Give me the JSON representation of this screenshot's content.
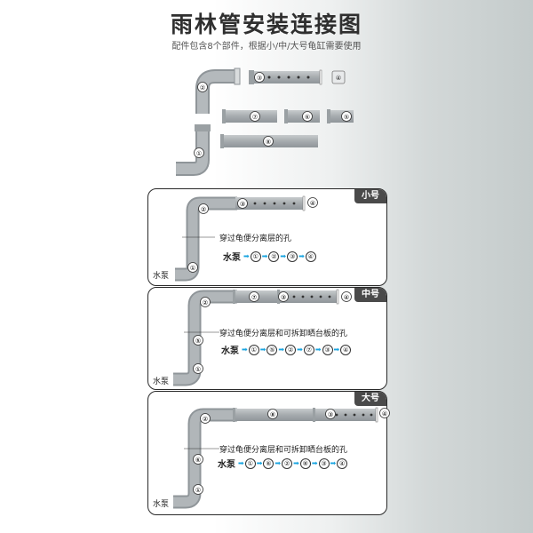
{
  "header": {
    "title": "雨林管安装连接图",
    "subtitle": "配件包含8个部件，根据小/中/大号龟缸需要使用"
  },
  "parts": {
    "elbow_top": "②",
    "perforated": "③",
    "cap": "④",
    "straight_7": "⑦",
    "straight_6": "⑥",
    "straight_5": "⑤",
    "long_8": "⑧",
    "elbow_bottom": "①"
  },
  "panels": [
    {
      "size_label": "小号",
      "pump_label": "水泵",
      "annotation": "穿过龟便分离层的孔",
      "flow_start": "水泵",
      "flow": [
        "①",
        "②",
        "③",
        "④"
      ],
      "pipe_numbers": {
        "elbow": "②",
        "perforated": "③",
        "cap": "④",
        "bottom": "①"
      }
    },
    {
      "size_label": "中号",
      "pump_label": "水泵",
      "annotation": "穿过龟便分离层和可拆卸晒台板的孔",
      "flow_start": "水泵",
      "flow": [
        "①",
        "⑤",
        "②",
        "⑦",
        "③",
        "④"
      ],
      "pipe_numbers": {
        "elbow": "②",
        "straight": "⑦",
        "perforated": "③",
        "cap": "④",
        "vertical": "⑤",
        "bottom": "①"
      }
    },
    {
      "size_label": "大号",
      "pump_label": "水泵",
      "annotation": "穿过龟便分离层和可拆卸晒台板的孔",
      "flow_start": "水泵",
      "flow": [
        "①",
        "⑥",
        "②",
        "⑧",
        "③",
        "④"
      ],
      "pipe_numbers": {
        "elbow": "②",
        "straight": "⑧",
        "perforated": "③",
        "cap": "④",
        "vertical": "⑥",
        "bottom": "①"
      }
    }
  ],
  "colors": {
    "pipe": "#a9aeb0",
    "pipe_dark": "#8e9497",
    "arrow": "#19a4e0",
    "badge": "#4a4a4a"
  }
}
